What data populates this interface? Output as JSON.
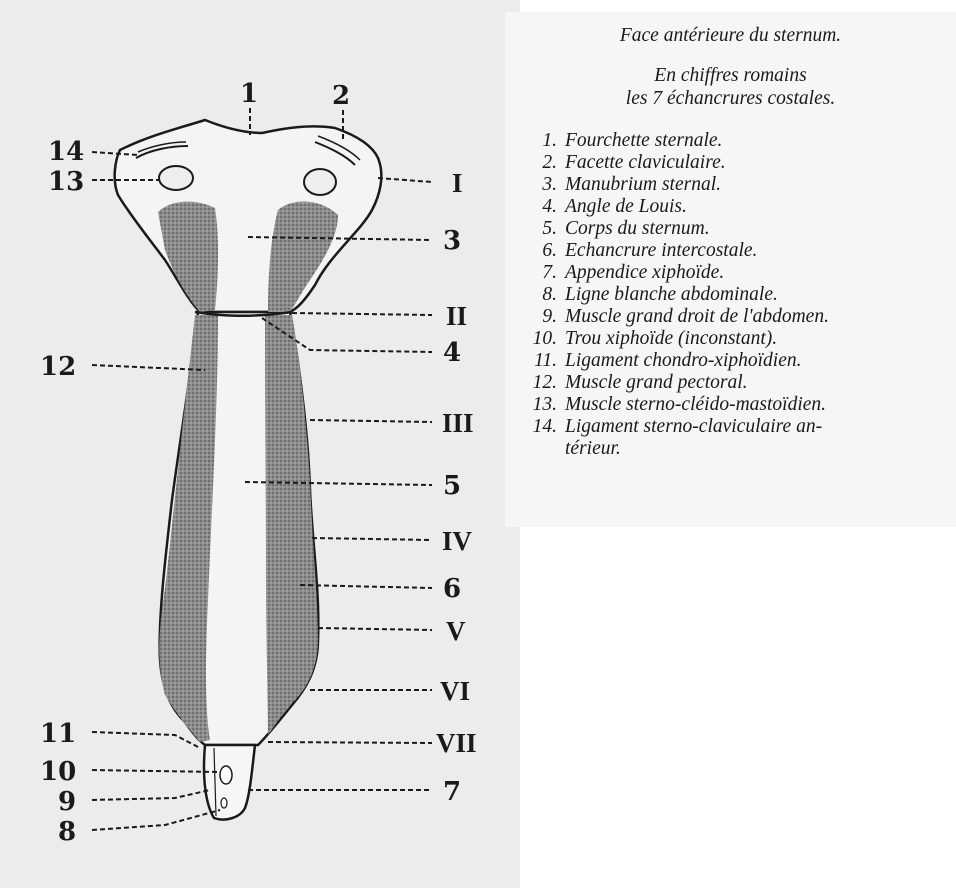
{
  "diagram": {
    "caption_title": "Face antérieure du sternum.",
    "caption_sub_1": "En chiffres romains",
    "caption_sub_2": "les 7 échancrures costales.",
    "callouts": [
      "1",
      "2",
      "3",
      "4",
      "5",
      "6",
      "7",
      "8",
      "9",
      "10",
      "11",
      "12",
      "13",
      "14"
    ],
    "costal_notches": [
      "I",
      "II",
      "III",
      "IV",
      "V",
      "VI",
      "VII"
    ],
    "legend": [
      {
        "num": "1.",
        "text": "Fourchette sternale."
      },
      {
        "num": "2.",
        "text": "Facette claviculaire."
      },
      {
        "num": "3.",
        "text": "Manubrium sternal."
      },
      {
        "num": "4.",
        "text": "Angle de Louis."
      },
      {
        "num": "5.",
        "text": "Corps du sternum."
      },
      {
        "num": "6.",
        "text": "Echancrure intercostale."
      },
      {
        "num": "7.",
        "text": "Appendice xiphoïde."
      },
      {
        "num": "8.",
        "text": "Ligne blanche abdominale."
      },
      {
        "num": "9.",
        "text": "Muscle grand droit de l'abdomen."
      },
      {
        "num": "10.",
        "text": "Trou xiphoïde (inconstant)."
      },
      {
        "num": "11.",
        "text": "Ligament chondro-xiphoïdien."
      },
      {
        "num": "12.",
        "text": "Muscle grand pectoral."
      },
      {
        "num": "13.",
        "text": "Muscle sterno-cléido-mastoïdien."
      },
      {
        "num": "14.",
        "text": "Ligament sterno-claviculaire an-"
      },
      {
        "num": "",
        "text": "térieur."
      }
    ]
  }
}
